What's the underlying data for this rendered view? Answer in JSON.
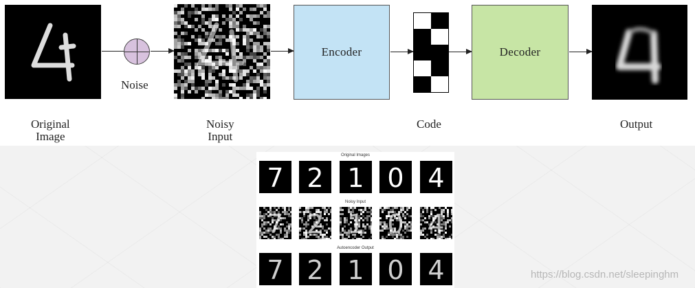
{
  "diagram": {
    "blocks": {
      "encoder": "Encoder",
      "decoder": "Decoder"
    },
    "noise_label": "Noise",
    "captions": {
      "original_line1": "Original",
      "original_line2": "Image",
      "noisy_line1": "Noisy",
      "noisy_line2": "Input",
      "code": "Code",
      "output": "Output"
    }
  },
  "examples": {
    "row_titles": [
      "Original Images",
      "Noisy Input",
      "Autoencoder Output"
    ],
    "digits": [
      "7",
      "2",
      "1",
      "0",
      "4"
    ]
  },
  "watermark": "https://blog.csdn.net/sleepinghm"
}
